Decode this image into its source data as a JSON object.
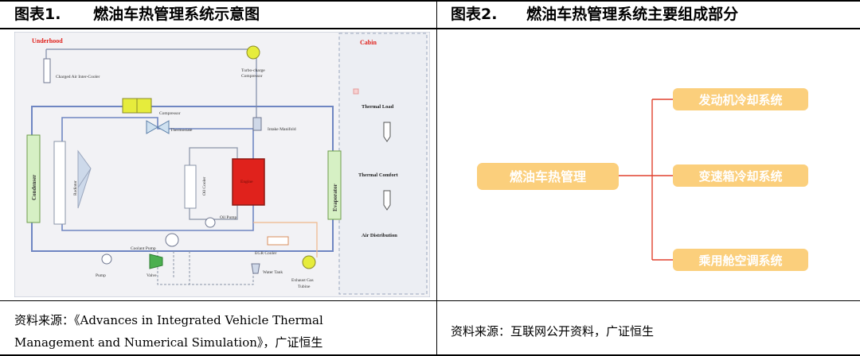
{
  "left": {
    "title_prefix": "图表1.",
    "title": "燃油车热管理系统示意图",
    "source_line1": "资料来源：《Advances in Integrated Vehicle Thermal",
    "source_line2": "Management and Numerical Simulation》，广证恒生",
    "diagram": {
      "underhood_label": "Underhood",
      "cabin_label": "Cabin",
      "components": {
        "charged_air_inter_cooler": "Charged Air Inter-Cooler",
        "turbo_charge_compressor_1": "Turbo-charge",
        "turbo_charge_compressor_2": "Compressor",
        "compressor": "Compressor",
        "thermostat": "Thermostate",
        "intake_manifold": "Intake Manifold",
        "condenser": "Condenser",
        "radiator": "Radiator",
        "oil_cooler": "Oil Cooler",
        "engine": "Engine",
        "oil_pump": "Oil Pump",
        "coolant_pump": "Coolant Pump",
        "egr_cooler": "EGR Cooler",
        "evaporator": "Evaporator",
        "pump": "Pump",
        "valve": "Valve",
        "water_tank": "Water Tank",
        "exhaust_gas_turbine_1": "Exhaust Gas",
        "exhaust_gas_turbine_2": "Tubine"
      },
      "cabin_items": {
        "thermal_load": "Thermal Load",
        "thermal_comfort": "Thermal Comfort",
        "air_distribution": "Air Distribution"
      }
    }
  },
  "right": {
    "title_prefix": "图表2.",
    "title": "燃油车热管理系统主要组成部分",
    "source": "资料来源：互联网公开资料，广证恒生",
    "mindmap": {
      "root": "燃油车热管理",
      "branches": [
        "发动机冷却系统",
        "变速箱冷却系统",
        "乘用舱空调系统"
      ]
    }
  },
  "colors": {
    "box_fill": "#fbcf7c",
    "box_text": "#ffffff",
    "connector": "#e0412e",
    "engine_red": "#e0221c",
    "diagram_bg": "#f2f2f5",
    "cabin_label": "#e0221c"
  }
}
